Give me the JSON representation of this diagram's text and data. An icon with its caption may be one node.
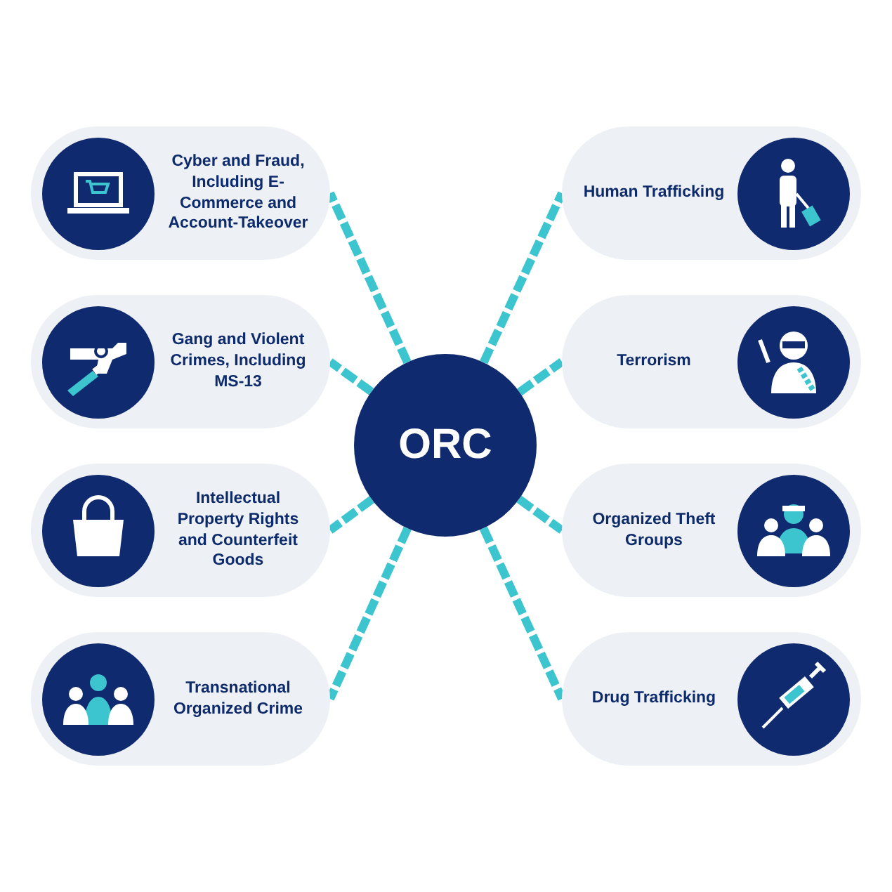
{
  "diagram": {
    "nodes": [
      {
        "text": [
          "ORC"
        ]
      },
      {
        "text": [
          "Cyber and Fraud, Including E-Commerce and Account-Takeover"
        ]
      },
      {
        "text": [
          "Human Trafficking"
        ]
      },
      {
        "text": [
          "Gang and Violent Crimes, Including MS-13"
        ]
      },
      {
        "text": [
          "Terrorism"
        ]
      },
      {
        "text": [
          "Intellectual Property Rights and Counterfeit Goods"
        ]
      },
      {
        "text": [
          "Organized Theft Groups"
        ]
      },
      {
        "text": [
          "Transnational Organized Crime"
        ]
      },
      {
        "text": [
          "Drug Trafficking"
        ]
      }
    ],
    "edges": [
      {
        "from": 0,
        "to": 1,
        "arrow": "none"
      },
      {
        "from": 0,
        "to": 2,
        "arrow": "none"
      },
      {
        "from": 0,
        "to": 3,
        "arrow": "none"
      },
      {
        "from": 0,
        "to": 4,
        "arrow": "none"
      },
      {
        "from": 0,
        "to": 5,
        "arrow": "none"
      },
      {
        "from": 0,
        "to": 6,
        "arrow": "none"
      },
      {
        "from": 0,
        "to": 7,
        "arrow": "none"
      },
      {
        "from": 0,
        "to": 8,
        "arrow": "none"
      }
    ]
  }
}
